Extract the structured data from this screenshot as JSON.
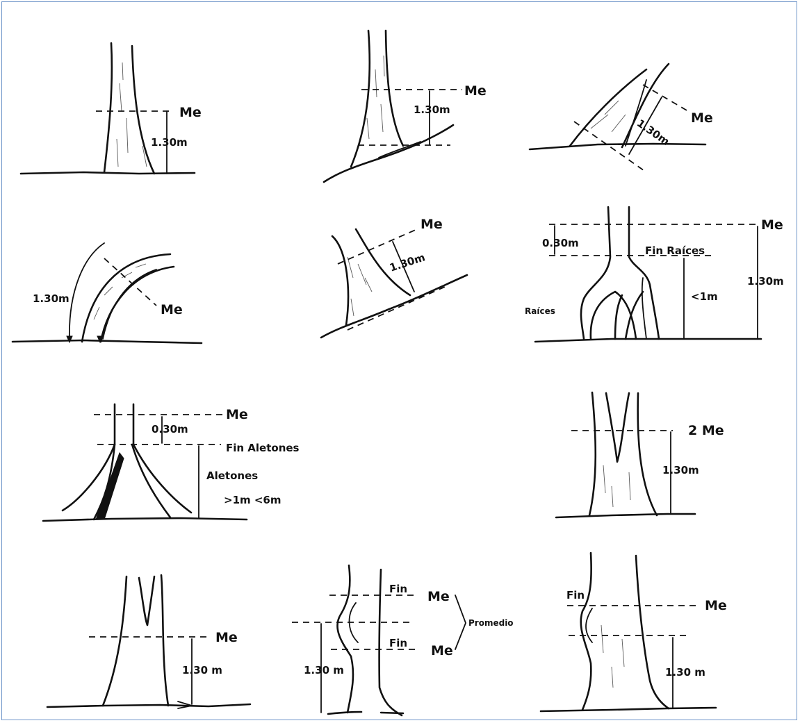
{
  "labels": {
    "me": "Me",
    "m130": "1.30m",
    "m130_spaced": "1.30 m",
    "m030": "0.30m",
    "fin_raices": "Fin Raíces",
    "raices": "Raíces",
    "lt1m": "<1m",
    "fin_aletones": "Fin Aletones",
    "aletones": "Aletones",
    "gt1m_lt6m": ">1m <6m",
    "two_me": "2 Me",
    "fin": "Fin",
    "promedio": "Promedio"
  }
}
